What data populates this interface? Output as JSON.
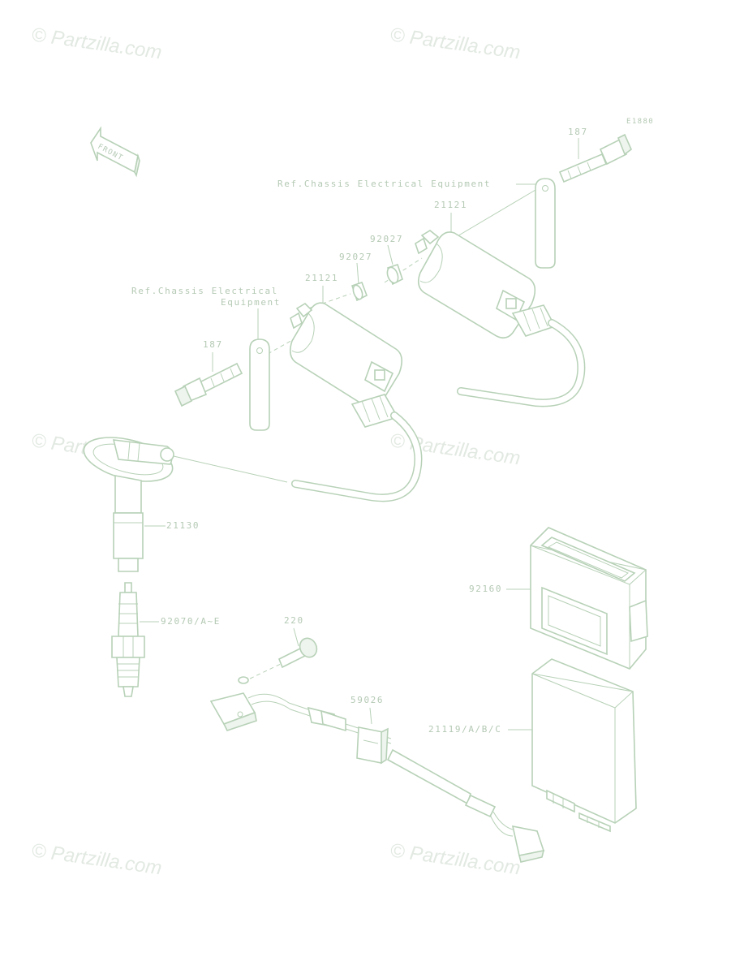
{
  "diagram_code": "E1880",
  "watermarks": [
    "© Partzilla.com",
    "© Partzilla.com",
    "© Partzilla.com",
    "© Partzilla.com",
    "© Partzilla.com",
    "© Partzilla.com"
  ],
  "front_arrow_label": "FRONT",
  "parts": {
    "bolt_upper": "187",
    "bolt_lower": "187",
    "coil_right": "21121",
    "coil_left": "21121",
    "collar_right": "92027",
    "collar_left": "92027",
    "plug_cap": "21130",
    "spark_plug": "92070/A~E",
    "screw": "220",
    "clamp": "59026",
    "cdi_case": "92160",
    "igniter": "21119/A/B/C"
  },
  "references": {
    "upper_ref": "Ref.Chassis Electrical Equipment",
    "lower_ref_line1": "Ref.Chassis Electrical",
    "lower_ref_line2": "Equipment"
  },
  "colors": {
    "line": "#b7d1b7",
    "text": "#b4c9b4",
    "watermark": "#e2e9e2"
  }
}
